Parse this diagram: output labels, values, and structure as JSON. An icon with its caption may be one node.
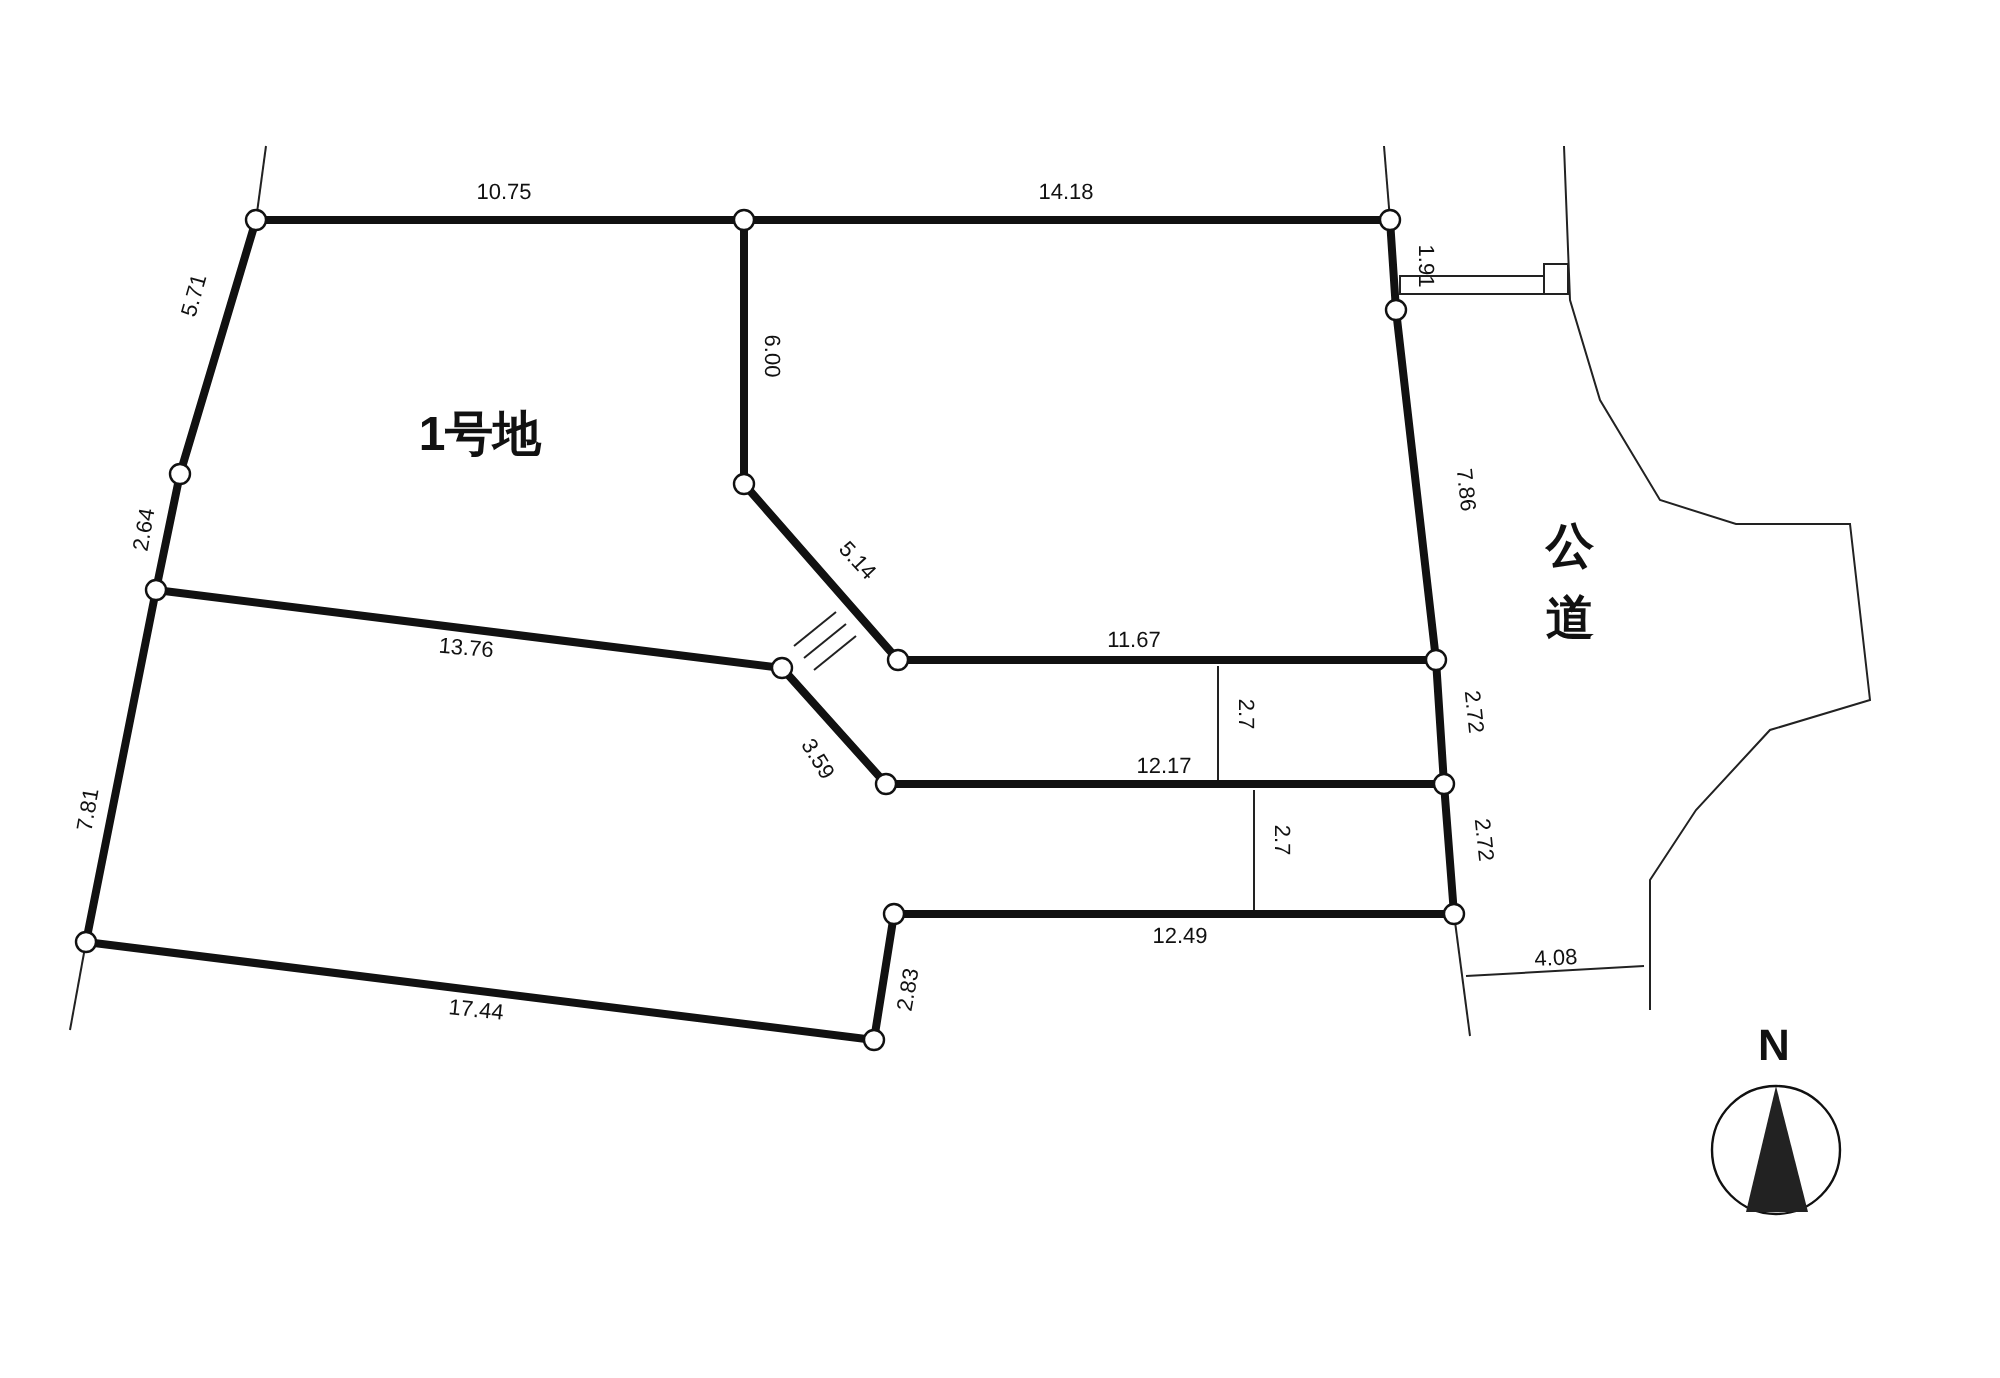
{
  "diagram": {
    "labels": [
      "10.75",
      "14.18",
      "1.91",
      "6.00",
      "5.71",
      "1号地",
      "7.86",
      "2.64",
      "公道",
      "5.14",
      "13.76",
      "11.67",
      "2.7",
      "2.72",
      "3.59",
      "12.17",
      "7.81",
      "2.7",
      "2.72",
      "12.49",
      "4.08",
      "2.83",
      "17.44",
      "N"
    ]
  }
}
